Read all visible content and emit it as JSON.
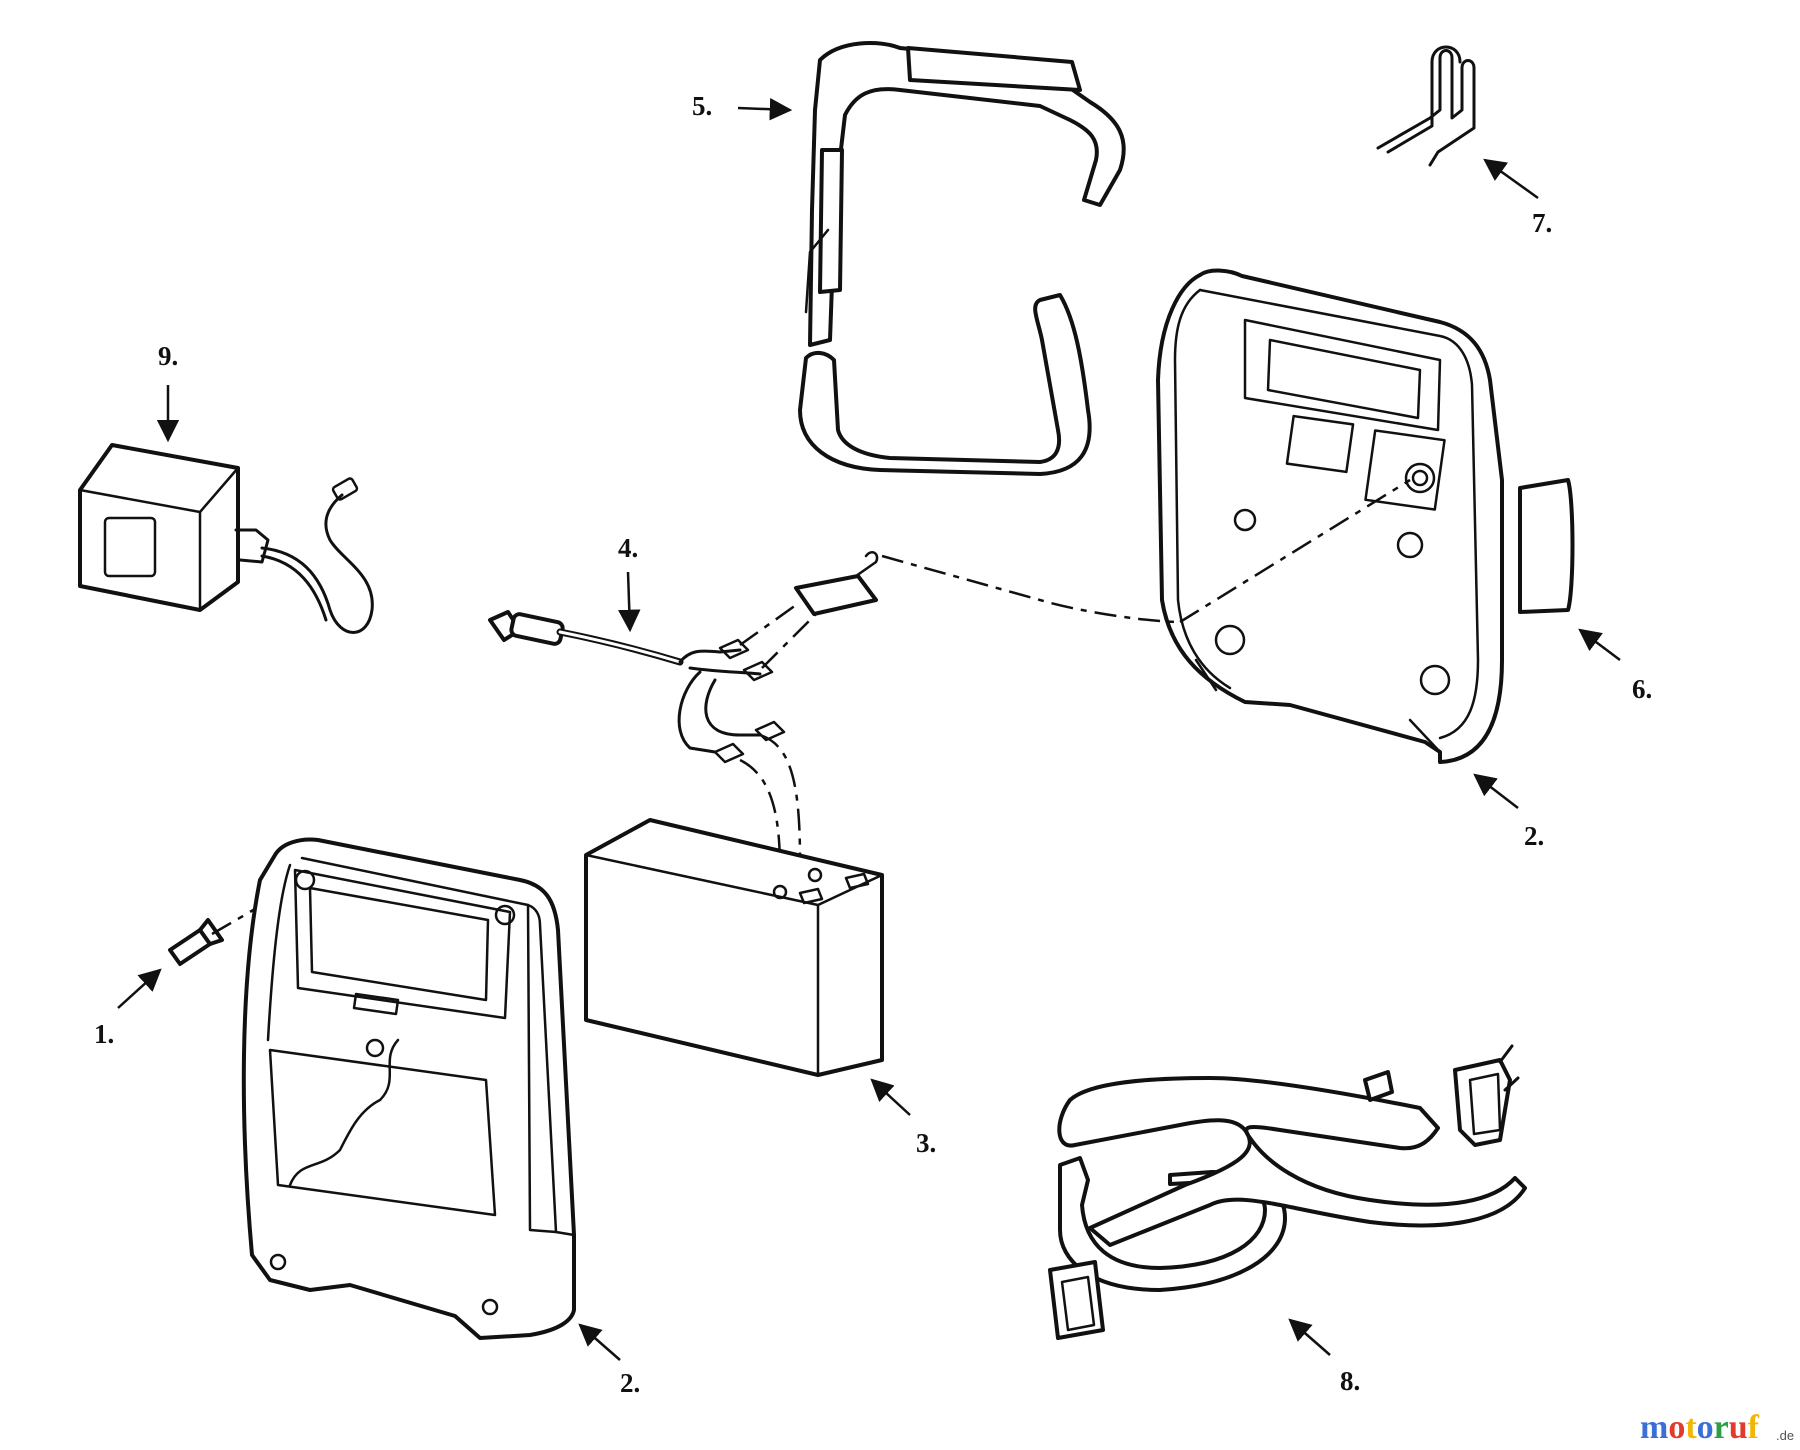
{
  "callouts": {
    "c1": "1.",
    "c2_left": "2.",
    "c2_right": "2.",
    "c3": "3.",
    "c4": "4.",
    "c5": "5.",
    "c6": "6.",
    "c7": "7.",
    "c8": "8.",
    "c9": "9."
  },
  "watermark": {
    "text": "motoruf",
    "suffix": ".de",
    "colors": [
      "#3b6fd6",
      "#e23b2e",
      "#f2b705",
      "#3b6fd6",
      "#2e9e45",
      "#e23b2e",
      "#f2b705"
    ]
  }
}
